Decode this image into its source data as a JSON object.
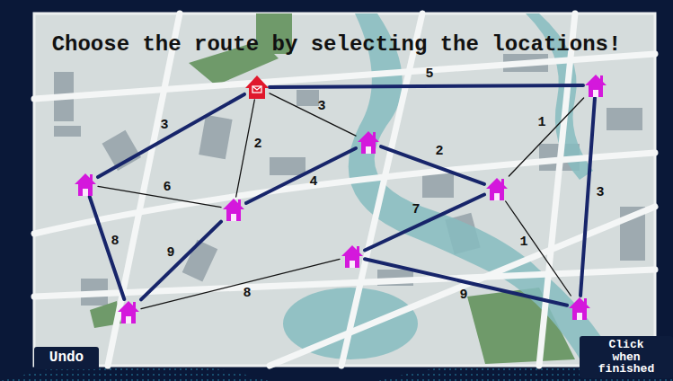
{
  "diagram": {
    "title": "Choose the route by selecting the locations!",
    "nodes": [
      {
        "text": []
      },
      {
        "text": []
      },
      {
        "text": []
      },
      {
        "text": []
      },
      {
        "text": []
      },
      {
        "text": []
      },
      {
        "text": []
      },
      {
        "text": []
      },
      {
        "text": []
      },
      {
        "text": [
          "Undo"
        ]
      },
      {
        "text": [
          "Click when finished"
        ]
      }
    ],
    "edges": [
      {
        "from": 0,
        "to": 1,
        "arrow": "none",
        "label": "5"
      },
      {
        "from": 0,
        "to": 2,
        "arrow": "none",
        "label": "3"
      },
      {
        "from": 0,
        "to": 3,
        "arrow": "none",
        "label": "3"
      },
      {
        "from": 0,
        "to": 5,
        "arrow": "none",
        "label": "2"
      },
      {
        "from": 3,
        "to": 4,
        "arrow": "none",
        "label": "2"
      },
      {
        "from": 3,
        "to": 5,
        "arrow": "none",
        "label": "4"
      },
      {
        "from": 1,
        "to": 4,
        "arrow": "none",
        "label": "1"
      },
      {
        "from": 1,
        "to": 8,
        "arrow": "none",
        "label": "3"
      },
      {
        "from": 4,
        "to": 8,
        "arrow": "none",
        "label": "1"
      },
      {
        "from": 4,
        "to": 6,
        "arrow": "none",
        "label": "7"
      },
      {
        "from": 2,
        "to": 5,
        "arrow": "none",
        "label": "6"
      },
      {
        "from": 2,
        "to": 7,
        "arrow": "none",
        "label": "8"
      },
      {
        "from": 5,
        "to": 7,
        "arrow": "none",
        "label": "9"
      },
      {
        "from": 7,
        "to": 6,
        "arrow": "none",
        "label": "8"
      },
      {
        "from": 6,
        "to": 8,
        "arrow": "none",
        "label": "9"
      }
    ]
  }
}
